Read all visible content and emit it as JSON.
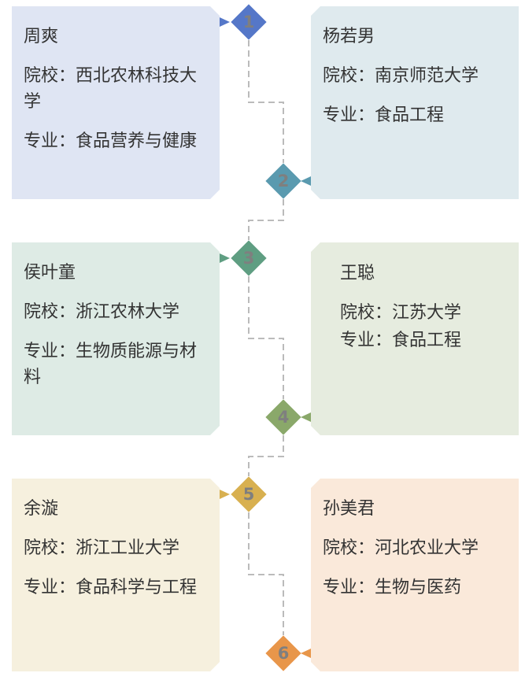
{
  "people": [
    {
      "num": "1",
      "name": "周爽",
      "school": "院校：西北农林科技大学",
      "major": "专业：食品营养与健康",
      "card": "#dfe5f3",
      "accent": "#5577c8"
    },
    {
      "num": "2",
      "name": "杨若男",
      "school": "院校：南京师范大学",
      "major": "专业：食品工程",
      "card": "#dfeaee",
      "accent": "#5a9aaf"
    },
    {
      "num": "3",
      "name": "侯叶童",
      "school": "院校：浙江农林大学",
      "major": "专业：生物质能源与材料",
      "card": "#deebe5",
      "accent": "#5f9e82"
    },
    {
      "num": "4",
      "name": "王聪",
      "school": "院校：江苏大学",
      "major": "专业：食品工程",
      "card": "#e6ecdf",
      "accent": "#8aa86a"
    },
    {
      "num": "5",
      "name": "余漩",
      "school": "院校：浙江工业大学",
      "major": "专业：食品科学与工程",
      "card": "#f6f0de",
      "accent": "#d8b050"
    },
    {
      "num": "6",
      "name": "孙美君",
      "school": "院校：河北农业大学",
      "major": "专业：生物与医药",
      "card": "#fae9da",
      "accent": "#e8964a"
    }
  ]
}
